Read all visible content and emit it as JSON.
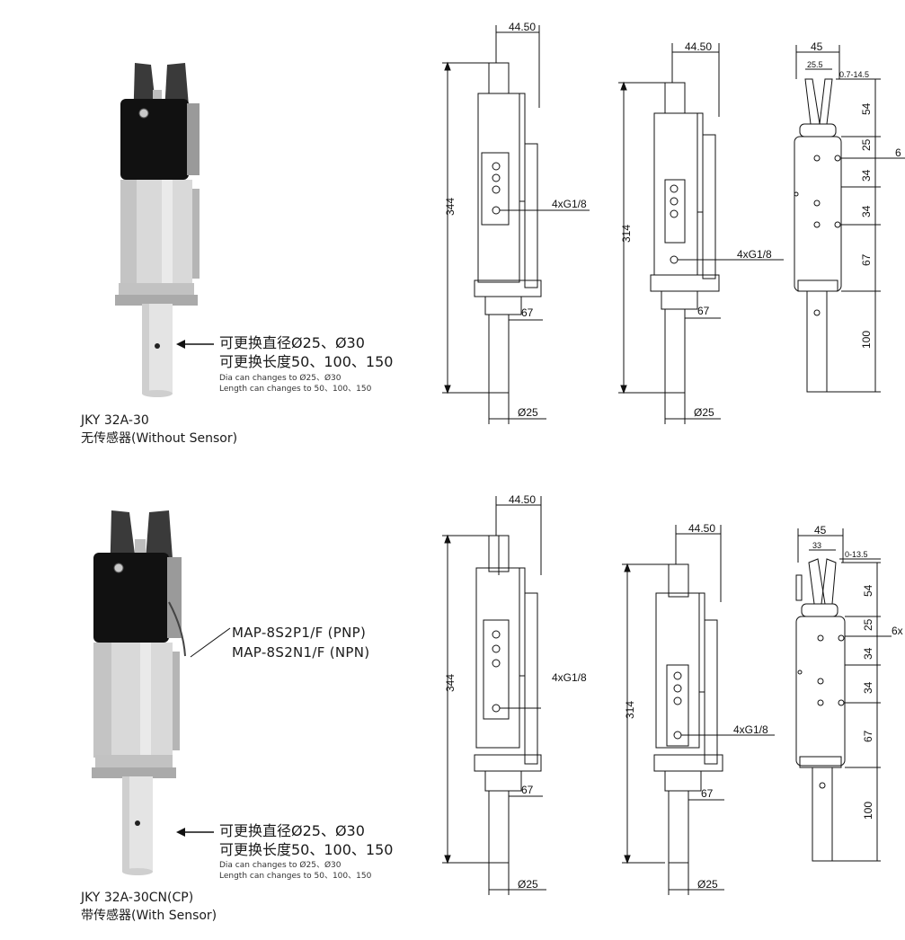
{
  "product1": {
    "model": "JKY 32A-30",
    "desc": "无传感器(Without Sensor)",
    "note_line1": "可更换直径Ø25、Ø30",
    "note_line2": "可更换长度50、100、150",
    "note_line3": "Dia can changes to Ø25、Ø30",
    "note_line4": "Length can changes to 50、100、150"
  },
  "product2": {
    "model": "JKY 32A-30CN(CP)",
    "desc": "带传感器(With Sensor)",
    "sensor_pnp": "MAP-8S2P1/F (PNP)",
    "sensor_npn": "MAP-8S2N1/F (NPN)",
    "note_line1": "可更换直径Ø25、Ø30",
    "note_line2": "可更换长度50、100、150",
    "note_line3": "Dia can changes to Ø25、Ø30",
    "note_line4": "Length can changes to 50、100、150"
  },
  "drawings": {
    "d_44_50": "44.50",
    "d_344": "344",
    "d_314": "314",
    "d_67": "67",
    "d_phi25": "Ø25",
    "d_port": "4xG1/8",
    "d_45": "45",
    "d_25_5": "25.5",
    "d_33": "33",
    "d_stroke1": "0.7-14.5",
    "d_stroke2": "0-13.5",
    "d_54": "54",
    "d_25": "25",
    "d_34": "34",
    "d_100": "100",
    "d_6": "6",
    "d_6x": "6x"
  }
}
